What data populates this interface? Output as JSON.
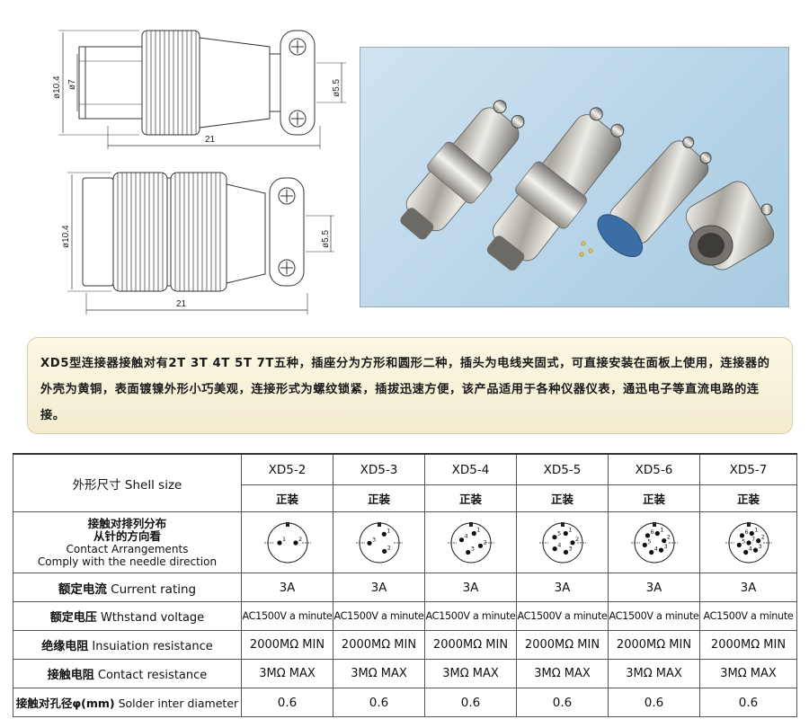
{
  "drawings": {
    "top": {
      "diameter_outer": "ø10.4",
      "diameter_inner": "ø7",
      "diameter_small": "ø5.5",
      "length": "21"
    },
    "bottom": {
      "diameter_outer": "ø10.4",
      "diameter_small": "ø5.5",
      "length": "21"
    }
  },
  "description": {
    "text": "XD5型连接器接触对有2T 3T 4T 5T 7T五种，插座分为方形和圆形二种，插头为电线夹固式，可直接安装在面板上使用，连接器的外壳为黄铜，表面镀镍外形小巧美观，连接形式为螺纹锁紧，插拔迅速方便，该产品适用于各种仪器仪表，通迅电子等直流电路的连接。"
  },
  "table": {
    "shell_size_label": "外形尺寸  Shell size",
    "models": [
      "XD5-2",
      "XD5-3",
      "XD5-4",
      "XD5-5",
      "XD5-6",
      "XD5-7"
    ],
    "mount": [
      "正装",
      "正装",
      "正装",
      "正装",
      "正装",
      "正装"
    ],
    "arrangement_label": {
      "l1": "接触对排列分布",
      "l2": "从针的方向看",
      "l3": "Contact Arrangements",
      "l4": "Comply with the needle direction"
    },
    "pin_counts": [
      2,
      3,
      4,
      5,
      6,
      7
    ],
    "rows": [
      {
        "label_cn": "额定电流",
        "label_en": "Current rating",
        "values": [
          "3A",
          "3A",
          "3A",
          "3A",
          "3A",
          "3A"
        ]
      },
      {
        "label_cn": "额定电压",
        "label_en": "Wthstand voltage",
        "values": [
          "AC1500V a minute",
          "AC1500V a minute",
          "AC1500V a minute",
          "AC1500V a minute",
          "AC1500V a minute",
          "AC1500V a minute"
        ]
      },
      {
        "label_cn": "绝缘电阻",
        "label_en": "Insuiation resistance",
        "values": [
          "2000MΩ MIN",
          "2000MΩ MIN",
          "2000MΩ MIN",
          "2000MΩ MIN",
          "2000MΩ MIN",
          "2000MΩ MIN"
        ]
      },
      {
        "label_cn": "接触电阻",
        "label_en": "Contact resistance",
        "values": [
          "3MΩ MAX",
          "3MΩ MAX",
          "3MΩ MAX",
          "3MΩ MAX",
          "3MΩ MAX",
          "3MΩ MAX"
        ]
      },
      {
        "label_cn": "接触对孔径φ(mm)",
        "label_en": "Solder inter diameter",
        "values": [
          "0.6",
          "0.6",
          "0.6",
          "0.6",
          "0.6",
          "0.6"
        ]
      }
    ]
  },
  "colors": {
    "desc_bg": "#fcf8e4",
    "photo_bg": "#b8d5e8",
    "line": "#333333"
  }
}
